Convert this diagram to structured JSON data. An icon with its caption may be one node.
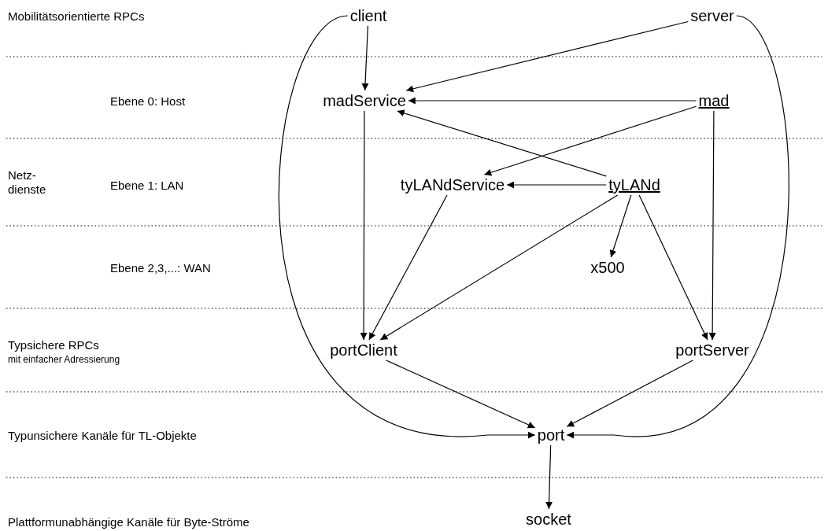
{
  "diagram": {
    "nodes": [
      {
        "text": [
          "client"
        ]
      },
      {
        "text": [
          "server"
        ]
      },
      {
        "text": [
          "madService"
        ]
      },
      {
        "text": [
          "mad"
        ]
      },
      {
        "text": [
          "tyLANdService"
        ]
      },
      {
        "text": [
          "tyLANd"
        ]
      },
      {
        "text": [
          "x500"
        ]
      },
      {
        "text": [
          "portClient"
        ]
      },
      {
        "text": [
          "portServer"
        ]
      },
      {
        "text": [
          "port"
        ]
      },
      {
        "text": [
          "socket"
        ]
      }
    ],
    "edges": [
      {
        "from": 0,
        "to": 2,
        "arrow": "to"
      },
      {
        "from": 1,
        "to": 2,
        "arrow": "to"
      },
      {
        "from": 3,
        "to": 2,
        "arrow": "to"
      },
      {
        "from": 5,
        "to": 2,
        "arrow": "to"
      },
      {
        "from": 3,
        "to": 4,
        "arrow": "to"
      },
      {
        "from": 5,
        "to": 4,
        "arrow": "to"
      },
      {
        "from": 2,
        "to": 7,
        "arrow": "to"
      },
      {
        "from": 4,
        "to": 7,
        "arrow": "to"
      },
      {
        "from": 5,
        "to": 7,
        "arrow": "to"
      },
      {
        "from": 5,
        "to": 6,
        "arrow": "to"
      },
      {
        "from": 5,
        "to": 8,
        "arrow": "to"
      },
      {
        "from": 3,
        "to": 8,
        "arrow": "to"
      },
      {
        "from": 7,
        "to": 9,
        "arrow": "to"
      },
      {
        "from": 8,
        "to": 9,
        "arrow": "to"
      },
      {
        "from": 9,
        "to": 10,
        "arrow": "to"
      },
      {
        "from": 0,
        "to": 9,
        "arrow": "to"
      },
      {
        "from": 1,
        "to": 9,
        "arrow": "to"
      }
    ],
    "labels": [
      "Mobilitätsorientierte RPCs",
      "Ebene 0: Host",
      "Netz-dienste",
      "Ebene 1: LAN",
      "Ebene 2,3,...: WAN",
      "Typsichere RPCs",
      "mit einfacher Adressierung",
      "Typunsichere Kanäle für TL-Objekte",
      "Plattformunabhängige Kanäle für Byte-Ströme"
    ]
  }
}
